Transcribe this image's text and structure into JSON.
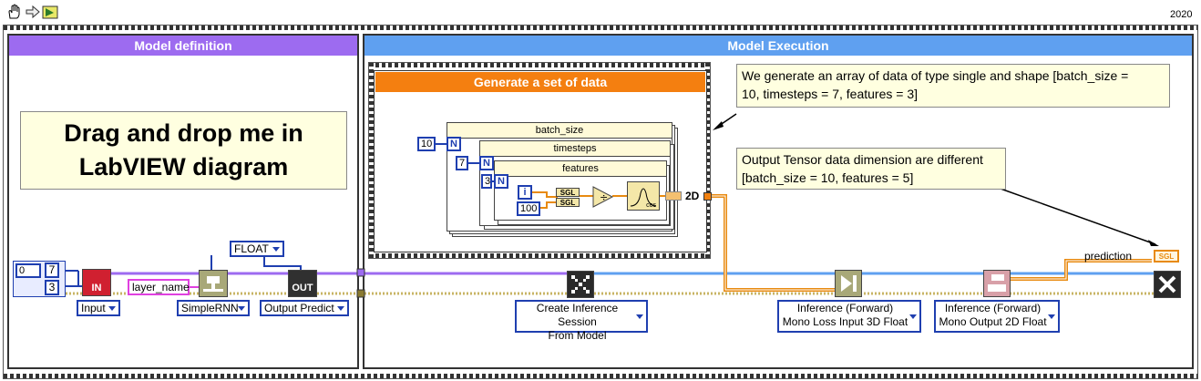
{
  "toolbar": {
    "version": "2020",
    "icons": [
      "hand-icon",
      "arrow-right-icon",
      "run-highlight-icon"
    ]
  },
  "sections": {
    "model_definition": {
      "title": "Model definition",
      "color": "#9d6bf0"
    },
    "model_execution": {
      "title": "Model Execution",
      "color": "#5fa0f0"
    },
    "generate_data": {
      "title": "Generate a set of data",
      "color": "#f47f10"
    }
  },
  "drag_note": {
    "line1": "Drag and drop me in",
    "line2": "LabVIEW diagram"
  },
  "notes": {
    "data_array": {
      "line1": "We generate an array of data of type single and shape [batch_size =",
      "line2": "10, timesteps = 7, features = 3]"
    },
    "output_tensor": {
      "line1": "Output Tensor data dimension are different",
      "line2": "[batch_size = 10, features = 5]"
    }
  },
  "model_definition": {
    "array_index": "0",
    "array_values": [
      "7",
      "3"
    ],
    "float_enum": "FLOAT",
    "layer_name": "layer_name",
    "input_node": {
      "label": "IN",
      "selector": "Input"
    },
    "rnn_node": {
      "selector": "SimpleRNN"
    },
    "output_node": {
      "label": "OUT",
      "selector": "Output Predict"
    }
  },
  "generate_data": {
    "loops": [
      {
        "label": "batch_size",
        "count": "10",
        "terminal": "N"
      },
      {
        "label": "timesteps",
        "count": "7",
        "terminal": "N"
      },
      {
        "label": "features",
        "count": "3",
        "terminal": "N"
      }
    ],
    "iteration": "i",
    "divisor": "100",
    "type_label": "SGL",
    "cos_label": "cos",
    "output_dim": "2D"
  },
  "execution": {
    "create_session": {
      "line1": "Create Inference Session",
      "line2": "From Model"
    },
    "forward_3d": {
      "line1": "Inference (Forward)",
      "line2": "Mono Loss Input 3D Float"
    },
    "forward_2d": {
      "line1": "Inference (Forward)",
      "line2": "Mono Output 2D Float"
    },
    "prediction": {
      "label": "prediction",
      "indicator": "SGL"
    }
  }
}
